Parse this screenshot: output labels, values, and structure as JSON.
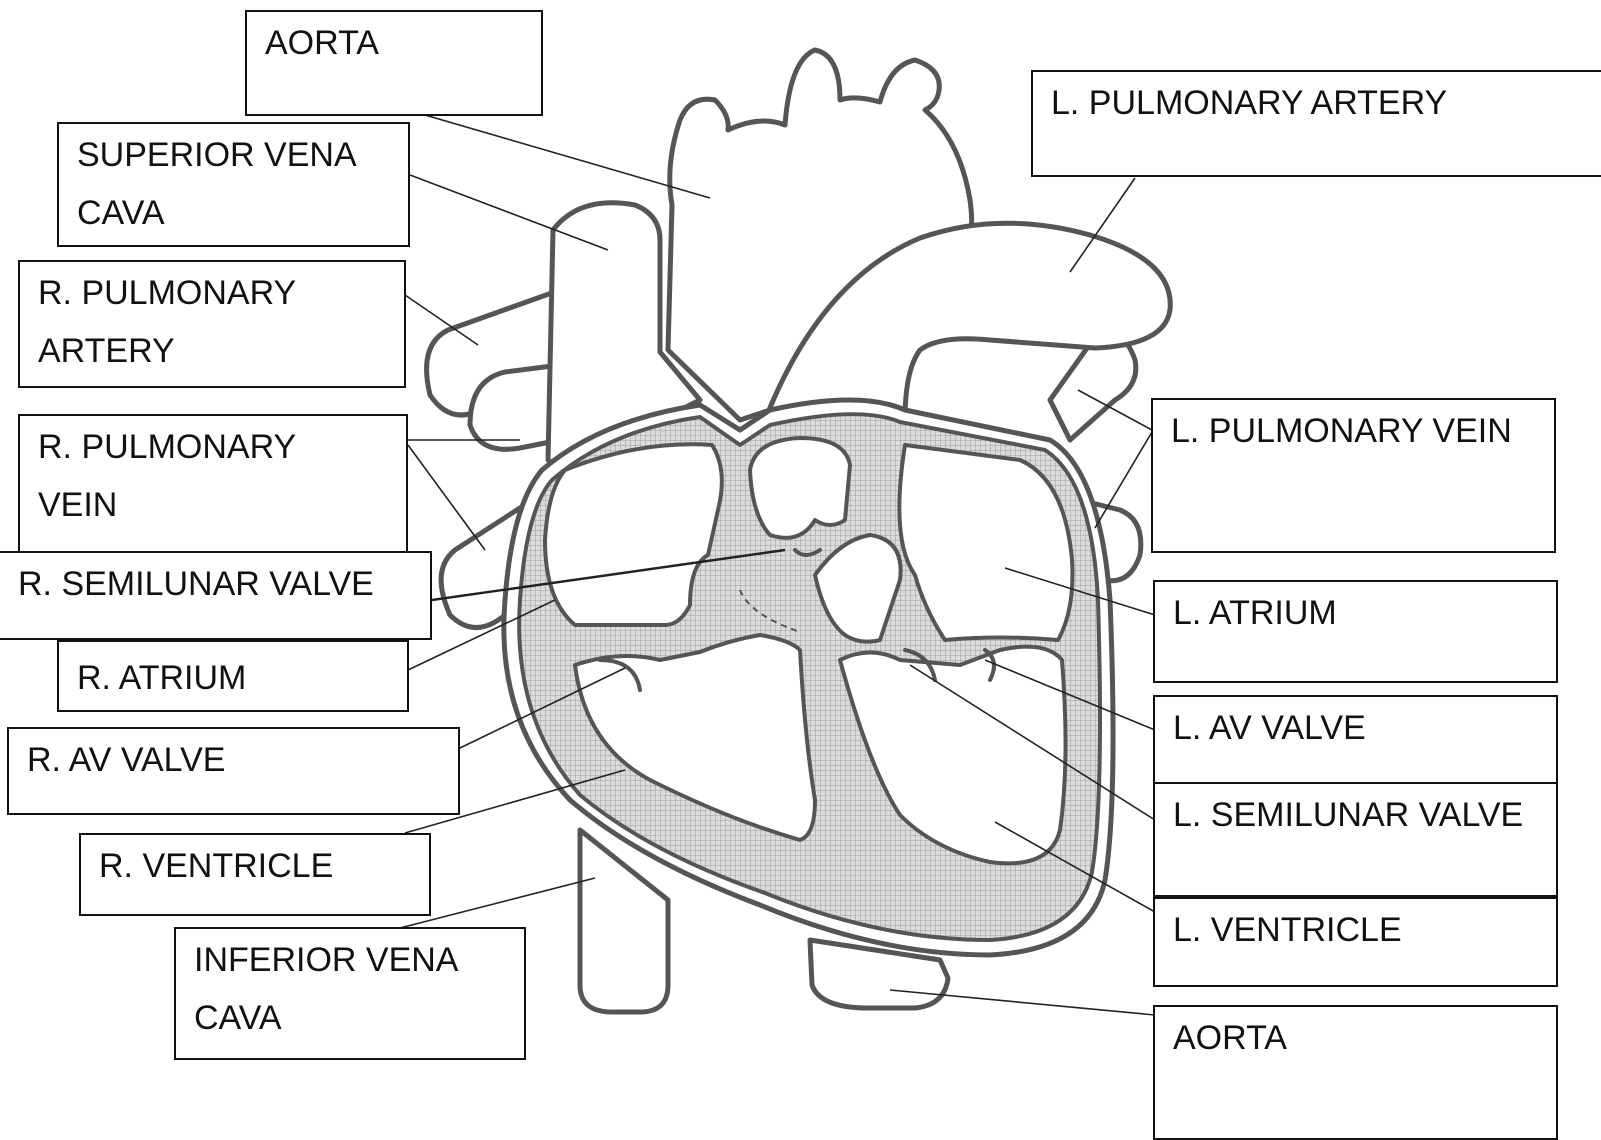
{
  "labels": {
    "aorta_top": "AORTA",
    "superior_vena_cava_line1": "SUPERIOR VENA",
    "superior_vena_cava_line2": "CAVA",
    "r_pulmonary_artery_line1": "R. PULMONARY",
    "r_pulmonary_artery_line2": "ARTERY",
    "r_pulmonary_vein_line1": "R. PULMONARY",
    "r_pulmonary_vein_line2": "VEIN",
    "r_semilunar_valve": "R. SEMILUNAR VALVE",
    "r_atrium": "R. ATRIUM",
    "r_av_valve": "R. AV VALVE",
    "r_ventricle": "R. VENTRICLE",
    "inferior_vena_cava_line1": "INFERIOR VENA",
    "inferior_vena_cava_line2": "CAVA",
    "l_pulmonary_artery": "L. PULMONARY ARTERY",
    "l_pulmonary_vein": "L. PULMONARY VEIN",
    "l_atrium": "L. ATRIUM",
    "l_av_valve": "L. AV VALVE",
    "l_semilunar_valve": "L. SEMILUNAR VALVE",
    "l_ventricle": "L. VENTRICLE",
    "aorta_bottom": "AORTA"
  },
  "colors": {
    "outline": "#555555",
    "wall_fill": "#c9c9c9",
    "leader_line": "#222222"
  }
}
